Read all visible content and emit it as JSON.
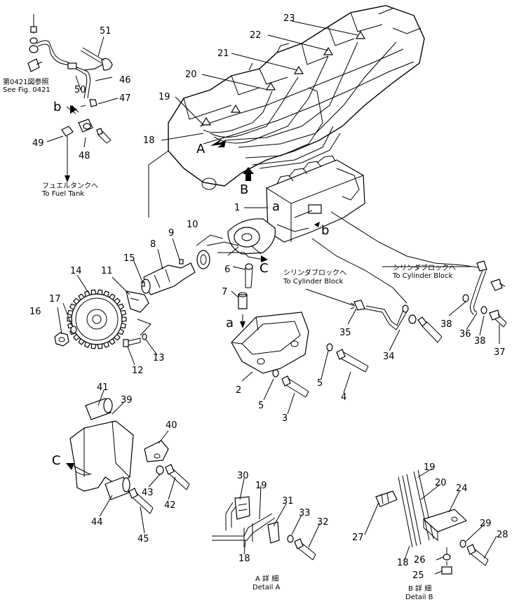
{
  "callouts": {
    "c1": "1",
    "c2": "2",
    "c3": "3",
    "c4": "4",
    "c5a": "5",
    "c5b": "5",
    "c6": "6",
    "c7": "7",
    "c8": "8",
    "c9": "9",
    "c10": "10",
    "c11": "11",
    "c12": "12",
    "c13": "13",
    "c14": "14",
    "c15": "15",
    "c16": "16",
    "c17": "17",
    "c18a": "18",
    "c19a": "19",
    "c20a": "20",
    "c21": "21",
    "c22": "22",
    "c23": "23",
    "c24": "24",
    "c25": "25",
    "c26": "26",
    "c27": "27",
    "c28": "28",
    "c29": "29",
    "c30": "30",
    "c31": "31",
    "c32": "32",
    "c33": "33",
    "c34": "34",
    "c35": "35",
    "c36": "36",
    "c37": "37",
    "c38a": "38",
    "c38b": "38",
    "c39": "39",
    "c40": "40",
    "c41": "41",
    "c42": "42",
    "c43": "43",
    "c44": "44",
    "c45": "45",
    "c46": "46",
    "c47": "47",
    "c48": "48",
    "c49": "49",
    "c50": "50",
    "c51": "51",
    "c18b": "18",
    "c19b": "19",
    "c18c": "18",
    "c19c": "19",
    "c20b": "20"
  },
  "view_letters": {
    "A": "A",
    "B": "B",
    "C1": "C",
    "C2": "C",
    "a1": "a",
    "a2": "a",
    "b1": "b",
    "b2": "b"
  },
  "notes": {
    "see_fig_jp": "第0421図参照",
    "see_fig_en": "See Fig. 0421",
    "fuel_tank_jp": "フュエルタンクへ",
    "fuel_tank_en": "To Fuel Tank",
    "cyl_block_jp_1": "シリンダブロックへ",
    "cyl_block_en_1": "To Cylinder Block",
    "cyl_block_jp_2": "シリンダブロックへ",
    "cyl_block_en_2": "To Cylinder Block",
    "detail_a_jp": "A 詳 細",
    "detail_a_en": "Detail A",
    "detail_b_jp": "B 詳 細",
    "detail_b_en": "Detail B"
  }
}
